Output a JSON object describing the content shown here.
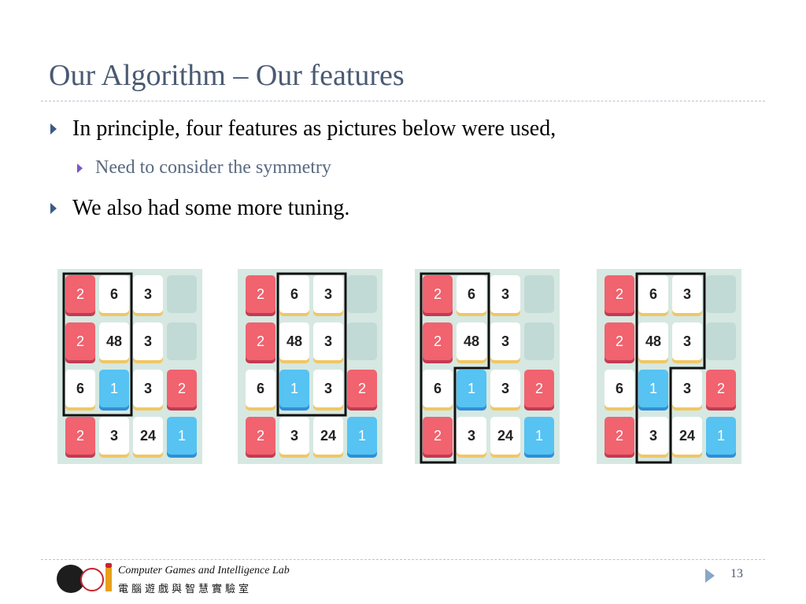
{
  "slide": {
    "title": "Our Algorithm – Our features",
    "bullets": [
      {
        "level": 1,
        "text": "In principle, four features as pictures below were used,"
      },
      {
        "level": 2,
        "text": "Need to consider the symmetry"
      },
      {
        "level": 1,
        "text": "We also had some more tuning."
      }
    ]
  },
  "board_tiles": [
    [
      {
        "v": "2",
        "c": "red"
      },
      {
        "v": "6",
        "c": "white"
      },
      {
        "v": "3",
        "c": "white"
      },
      {
        "v": "",
        "c": "empty"
      }
    ],
    [
      {
        "v": "2",
        "c": "red"
      },
      {
        "v": "48",
        "c": "white"
      },
      {
        "v": "3",
        "c": "white"
      },
      {
        "v": "",
        "c": "empty"
      }
    ],
    [
      {
        "v": "6",
        "c": "white"
      },
      {
        "v": "1",
        "c": "blue"
      },
      {
        "v": "3",
        "c": "white"
      },
      {
        "v": "2",
        "c": "red"
      }
    ],
    [
      {
        "v": "2",
        "c": "red"
      },
      {
        "v": "3",
        "c": "white"
      },
      {
        "v": "24",
        "c": "white"
      },
      {
        "v": "1",
        "c": "blue"
      }
    ]
  ],
  "features": [
    {
      "name": "feature-1",
      "highlighted_cells": [
        [
          0,
          0
        ],
        [
          0,
          1
        ],
        [
          1,
          0
        ],
        [
          1,
          1
        ],
        [
          2,
          0
        ],
        [
          2,
          1
        ]
      ]
    },
    {
      "name": "feature-2",
      "highlighted_cells": [
        [
          0,
          1
        ],
        [
          0,
          2
        ],
        [
          1,
          1
        ],
        [
          1,
          2
        ],
        [
          2,
          1
        ],
        [
          2,
          2
        ]
      ]
    },
    {
      "name": "feature-3",
      "highlighted_cells": [
        [
          0,
          0
        ],
        [
          0,
          1
        ],
        [
          1,
          0
        ],
        [
          1,
          1
        ],
        [
          2,
          0
        ],
        [
          3,
          0
        ]
      ]
    },
    {
      "name": "feature-4",
      "highlighted_cells": [
        [
          0,
          1
        ],
        [
          0,
          2
        ],
        [
          1,
          1
        ],
        [
          1,
          2
        ],
        [
          2,
          1
        ],
        [
          3,
          1
        ]
      ]
    }
  ],
  "footer": {
    "lab_name": "Computer Games and Intelligence Lab",
    "lab_name_cn": "電腦遊戲與智慧實驗室",
    "page_number": "13"
  },
  "colors": {
    "title": "#4a5a72",
    "red_tile": "#f0636f",
    "blue_tile": "#56c3f2",
    "white_tile_shadow": "#f0c766",
    "board_bg": "#d6e8e1"
  }
}
